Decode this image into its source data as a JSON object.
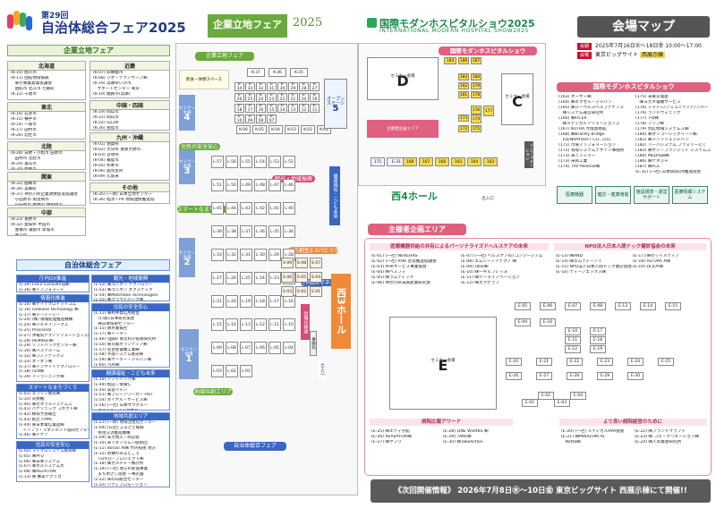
{
  "header": {
    "logo_top": "第29回",
    "logo_main": "自治体総合フェア2025",
    "kigyo_title": "企業立地フェア",
    "kigyo_year": "2025",
    "hospital_title": "国際モダンホスピタルショウ2025",
    "hospital_subtitle": "INTERNATIONAL MODERN HOSPITAL SHOW2025",
    "map_title": "会場マップ"
  },
  "info": {
    "date_tag": "会期",
    "date": "2025年7月16日㊌～18日㊎ 10:00～17:00",
    "venue_tag": "会場",
    "venue": "東京ビッグサイト",
    "venue_hall": "西展示棟"
  },
  "kigyo_section": {
    "title": "企業立地フェア",
    "columns": [
      {
        "region": "北海道",
        "items": [
          "(K-10) 旭川市",
          "(K-11) 函館地域振興",
          "　東行事業発電協議会",
          "　函館市 北斗市 七飯町",
          "(K-12) 千歳市"
        ]
      },
      {
        "region": "東北",
        "items": [
          "(K-16) 石巻市",
          "(K-15) 横手市",
          "(K-14) 一関市",
          "(K-17) 田村市",
          "(K-26) 北杜市",
          "(K-31) 山形県"
        ]
      },
      {
        "region": "北陸",
        "items": [
          "(K-28) 日野・小松市 田原市",
          "　田村市 北杜市",
          "(K-29) 富山市",
          "(K-30) 福井市"
        ]
      },
      {
        "region": "関東",
        "items": [
          "(K-33) 鹿嶋市",
          "(K-34) 美郷町",
          "(K-37) 神奈川県企業誘致促進協議会",
          "　小田原市 南足柄市",
          "　小田原市 秦野市 伊勢原市"
        ]
      },
      {
        "region": "中部",
        "items": [
          "(K-23) 長野市",
          "(K-32) 愛知県 半田市",
          "　豊橋市 蒲郡市 新城市",
          "　豊川市"
        ]
      },
      {
        "region": "近畿",
        "items": [
          "(K-07) 四條畷市",
          "(K-08) ジオ・テクノサーブ㈱",
          "(K-19) 兵庫県いけ市",
          "　サポートセンター 東京",
          "(K-19) 姫路市(兵庫)",
          "(K-28) 和歌山市"
        ]
      },
      {
        "region": "中国・四国",
        "items": [
          "(K-19) 岡山市",
          "(K-21) 岡山市",
          "(K-22) 山口県",
          "(K-26) 徳島市",
          "(K-27) 愛媛県"
        ]
      },
      {
        "region": "九州・沖縄",
        "items": [
          "(K-01) 佐賀県",
          "(K-02) 大分県 豊後大野市",
          "(K-03) 宮崎県",
          "(K-04) 霧島市",
          "(K-05) 熊本市",
          "(K-06) 鹿児島県",
          "(K-09) 久留米",
          "　鹿島市"
        ]
      },
      {
        "region": "その他",
        "items": [
          "(K-35) (一財) 日本立地センター",
          "(K-36) 経済・PR 地域連携推進協",
          "　㈱クリエイティブ・ラボ"
        ]
      }
    ]
  },
  "jichitai_section": {
    "title": "自治体総合フェア",
    "groups": [
      {
        "title": "庁内DX推進",
        "items": [
          "(L-34) CoCo Consulting㈱",
          "(L-36) ㈱インフォマート"
        ]
      },
      {
        "title": "情報化推進",
        "items": [
          "(L-14) ㈱ケイテクロドットコム",
          "(L-16) codeless technology ㈱",
          "(L-17) ㈱ジーシーシー",
          "(L-20) (株) 情報処理推進機構",
          "(L-24) ㈱ジチタイワークス",
          "(L-25) ProsnaViz",
          "(L-27) 沖電気テクノソリューションズ㈱",
          "(L-28) HENNGE㈱",
          "(L-29) ソフトバンクセンター㈱",
          "(L-30) ㈱パステルーム",
          "(L-32) ㈱フィンテックス",
          "(L-33) オーダン㈱",
          "(L-37) ㈱インサイトテクノロジー",
          "(L-38) rust㈱",
          "(L-39) イーラーニング㈱"
        ]
      },
      {
        "title": "スマートなまちづくり",
        "items": [
          "(L-01) エプソン販売㈱",
          "(L-35) 㐂燃機",
          "(L-40) ㈱ゼネラルシステムズ",
          "(L-41) パナソニック コネクト㈱",
          "(L-42) 株価予測報告",
          "(L-43) 帆辻下PMC",
          "(L-44) 東日本電信電話㈱",
          "　インフラ・マネジメント協同センター",
          "(L-46) ㈱イケア"
        ]
      },
      {
        "title": "住民の安全安心",
        "items": [
          "(L-02) マイクロシステム販売㈱",
          "(L-05) ㈱PFU",
          "(L-06) ㈱日本システム",
          "(L-07) ㈱ホルシステム大",
          "(L-08) ㈱RELATION",
          "(L-13) ㈱ 審美テクニカ"
        ]
      },
      {
        "title": "観光・地域振興",
        "items": [
          "(L-52) ㈱ユニオン テクノロジー",
          "(L-53) ㈱ユニオン ネクステック",
          "(L-54) ㈱Matchbox Technologies",
          "(L-55) ㈱クラウドパーク㈱"
        ]
      },
      {
        "title": "住民の安全安心",
        "items": [
          "(L-11) ㈱村井発信用組合",
          "　(1)第1日本研究協会",
          "　㈱日本技術センター",
          "(L-15) 防水警報社",
          "(L-17) ㈱トーター",
          "(L-46) (国研) 防災科学技術研究所",
          "(L-50) 東京都ボランティア㈱",
          "(L-57) 名古屋電機工業㈱",
          "(L-58) 宇部システム販売㈱",
          "(L-59) ㈱ヤーター・ジャパン㈱",
          "(L-60) TOA㈱"
        ]
      },
      {
        "title": "健康福祉・こども未来",
        "items": [
          "(L-10) ソフトバンク㈱",
          "(L-49) 松田・情報仁",
          "(L-50) 美容ジャン",
          "(L-51) ㈱ブレーンワーカー HOT",
          "(L-54) ダイヤル・サービス㈱",
          "(L-56) (一社) 日本ザウグルー",
          "　ウェルビーイング推進"
        ]
      },
      {
        "title": "地域共創エリア",
        "items": [
          "(L-21) (一財) 地域活性化センター",
          "(L-04) (公社) ふるさと振興",
          "　移住交流推進機構",
          "(L-09) 米芳物入・商店街",
          "(L-10) 米リダアルム一般財団",
          "(L-11) Borzoi AI㈱ 竹内技術 地方",
          "(L-12) 各種のあるところ",
          "　TEPCO・プロジェクト㈱",
          "(L-18) ㈱カルチャ・株計所",
          "(L-19) (一社) 地方の新開事業",
          "　まちめざし協会 一事店舗",
          "(L-22) 米の山総合センター",
          "(L-22) シティプロモーション",
          "　アワード実行委員会"
        ]
      },
      {
        "title": "",
        "items": [
          "(L-23) (公財)日本国際文化機関",
          "　系地方創生テクノロジー㈱",
          "　㈱フタギクイーフス"
        ]
      },
      {
        "title": "地方創生2.0パビリオン",
        "items": [
          "(S-01) 新しい地方経済",
          "　生活環境創生本部事務局",
          "(S-02) 内閣府 地方創生推進事務局",
          "(S-03) ㈱インビジブル テクノ㈱",
          "　イン1000 ㈱",
          "(S-04) 森林水資源"
        ]
      },
      {
        "title": "",
        "items": [
          "(S-05) ㈱インテック",
          "(S-06) ㈱ユーション",
          "(S-07) ㈱デジタル・フレッジ",
          "(S-08) セールスワン㈱",
          "(S-09) ㈱Qualitag"
        ]
      },
      {
        "title": "総務省情報コーナー(L-26)",
        "items": [
          "自治体DX",
          "地域情報化",
          "自治体窓口のDX(e-Stat)"
        ]
      }
    ]
  },
  "floor": {
    "kigyo_area": "企業立地フェア",
    "kigyo_booths": [
      "K-37",
      "K-36",
      "K-35",
      "K-34",
      "K-33",
      "K-32",
      "K-31",
      "K-30",
      "K-29",
      "K-28",
      "K-27",
      "K-26",
      "K-25",
      "K-24",
      "K-23",
      "K-22",
      "K-21",
      "K-20",
      "K-19",
      "K-18",
      "K-17",
      "K-16",
      "K-15",
      "K-14",
      "K-13",
      "K-12",
      "K-11",
      "K-10",
      "K-09",
      "K-08",
      "K-07",
      "K-06",
      "K-05",
      "K-04",
      "K-03",
      "K-02",
      "K-01"
    ],
    "rest_space": "飲食・休憩スペース",
    "open_stage": "オープンステージ",
    "open_stage_num": "5",
    "seminar4": "セミナー会場",
    "seminar4_num": "4",
    "seminar3": "セミナー会場",
    "seminar3_num": "3",
    "seminar2": "セミナー会場",
    "seminar2_num": "2",
    "seminar1": "セミナー会場",
    "seminar1_num": "1",
    "area_safety": "住民の安全安心",
    "area_smart": "スマートなまちづくり",
    "area_tourism": "観光・地域振興",
    "area_health": "健康福祉・こども未来",
    "area_local": "地方創生2.0パビリオン",
    "area_dx": "庁内DXマネジメント",
    "area_info": "情報化推進",
    "area_region": "地域共創エリア",
    "jichitai_area": "自治体総合フェア",
    "hall_w3": "西3ホール",
    "hall_w4": "西4ホール",
    "office": "事務局",
    "exit": "出入口",
    "l_booths": [
      "L-57",
      "L-56",
      "L-55",
      "L-54",
      "L-53",
      "L-52",
      "L-51",
      "L-50",
      "L-49",
      "L-48",
      "L-47",
      "L-46",
      "L-45",
      "L-44",
      "L-43",
      "L-42",
      "L-41",
      "L-40",
      "L-39",
      "L-38",
      "L-37",
      "L-36",
      "L-35",
      "L-34",
      "L-33",
      "L-32",
      "L-31",
      "L-30",
      "L-29",
      "L-28",
      "L-27",
      "L-26",
      "L-25",
      "L-24",
      "L-23",
      "L-22",
      "L-21",
      "L-20",
      "L-19",
      "L-18",
      "L-17",
      "L-16",
      "L-15",
      "L-14",
      "L-13",
      "L-12",
      "L-11",
      "L-10",
      "L-09",
      "L-08",
      "L-07",
      "L-06",
      "L-05",
      "L-04",
      "L-03",
      "L-02",
      "L-01"
    ],
    "s_booths": [
      "S-09",
      "S-08",
      "S-07",
      "S-06",
      "S-05",
      "S-04",
      "S-03",
      "S-02",
      "S-01"
    ]
  },
  "hospital_floor": {
    "title": "国際モダンホスピタルショウ",
    "seminar_d": "セミナー会場",
    "seminar_d_label": "D",
    "seminar_c": "セミナー会場",
    "seminar_c_label": "C",
    "organizer_area": "主催者企画エリア",
    "info_desk": "インフォメーション",
    "booths": [
      "184",
      "186",
      "187",
      "183",
      "180",
      "182",
      "179",
      "181",
      "178",
      "176",
      "174",
      "175",
      "177",
      "173",
      "172",
      "171",
      "E-31",
      "168",
      "167",
      "166",
      "165",
      "164",
      "163",
      "162",
      "161",
      "160",
      "159",
      "157",
      "156",
      "155",
      "154",
      "153",
      "152",
      "151",
      "150",
      "149",
      "148",
      "147",
      "146",
      "145",
      "144",
      "143",
      "142",
      "141",
      "140",
      "139",
      "138",
      "137",
      "136",
      "135",
      "134",
      "133",
      "132",
      "131",
      "130",
      "129",
      "128",
      "127",
      "126",
      "125",
      "124",
      "123",
      "122",
      "121",
      "120",
      "119",
      "118",
      "117",
      "116",
      "115",
      "114",
      "113",
      "112",
      "111",
      "110",
      "109",
      "108",
      "107",
      "106",
      "105",
      "104",
      "103",
      "102",
      "101"
    ]
  },
  "hospital_list": {
    "title": "国際モダンホスピタルショウ",
    "left": [
      "(163) オーサー㈱",
      "(164) ㈱エクセル・ジャパン",
      "(165) ㈱ジーベルスヘルプテナンス",
      "　㈱システム運営研究所",
      "(166) ㈱FICER",
      "　㈱メディカルソリューションズ",
      "(167) KOTRA 大阪貿易館",
      "(168) ㈱Brantly Bridge",
      "　(GENRAYSOFT CO., LTD.",
      "(171) 市場インフォメーション",
      "(172) 有限システムデザイン事務所",
      "(173) 米ニッシャー",
      "(173) 米商工業",
      "(174) TXP Medical㈱"
    ],
    "right": [
      "(175) 米東京電産",
      "　㈱ヨカネ電機サービス",
      "(176) シャトレ(アミュニティ)ワンパー",
      "(176) ランドウィニング",
      "(177) T-D㈱",
      "(178) アンプ㈱",
      "(179) 丸紅情報システムズ㈱",
      "(180) ㈱オンコーシックリーン㈱",
      "(181) ㈱マンソリュジャパン",
      "(182) リーバシステム ファミリーにく",
      "(183) ㈱ザン・ブランジット システムズ",
      "(184) MEDIS研㈱",
      "(186) ㈱テネジャ",
      "(187) ㈱FCE",
      "(E-31) (一社) 日本病院DX推進協会"
    ],
    "legend": [
      "医療機器",
      "健診・健康増進",
      "施設環境・運営サポート",
      "医療情報システム"
    ]
  },
  "organizer": {
    "title": "主催者企画エリア",
    "sub1": "医療機器供給の共有によるパーソナライズドヘルスケアの未来",
    "sub1_items": [
      "(E-01) (一社) NeXEHRS",
      "(E-02) (一社) PHR 普及推進協議会",
      "(E-03) PHRサービス事業協会",
      "(E-04) ㈱ベスフィ",
      "(E-05) ㈱ラムディック",
      "(E-06) 神奈川県未病産業研究会"
    ],
    "sub1_items2": [
      "(E-07) (一社) ヘルスケアIoTコンソーシアム",
      "(E-08) エムシーアイテクノ ㈱",
      "(E-09) Ubie㈱",
      "(E-10) ㈱ーギルフレッヌ",
      "(E-11) ㈱データイノベーション",
      "(E-12) ㈱エクグラフ"
    ],
    "sub2": "NPO法人日本人間ドック健診協会の未来",
    "sub2_items": [
      "(E-13) ㈱AND",
      "(E-14) ㈱エムディーアイ",
      "(E-15) NPO法人日本人間ドック健診協会",
      "(E-16) ディープエックス㈱"
    ],
    "sub2_items2": [
      "(E-17) ㈱ゼットメディア",
      "(E-18) ALTURA X㈱",
      "(E-19) Dr.JOY㈱"
    ],
    "seminar_e": "セミナー会場",
    "seminar_e_label": "E",
    "e_booths": [
      "E-05",
      "E-06",
      "E-07",
      "E-08",
      "E-13",
      "E-14",
      "E-15",
      "E-09",
      "E-16",
      "E-10",
      "E-17",
      "E-11",
      "E-18",
      "E-12",
      "E-19",
      "E-01",
      "E-02",
      "E-03",
      "E-04",
      "E-20",
      "E-21",
      "E-22",
      "E-23",
      "E-24",
      "E-25",
      "E-26",
      "E-27",
      "E-28",
      "E-29",
      "E-30"
    ],
    "sub3": "病院広報アワード",
    "sub3_items": [
      "(E-25) ㈱エディ学館",
      "(E-26) READYFOR㈱",
      "(E-27) ㈱ヤプリ"
    ],
    "sub3_items2": [
      "(E-28) LINE WORKS ㈱",
      "(E-29) TAKK㈱",
      "(E-30) ㈱TakeAction"
    ],
    "sub4": "より良い病院経営のために",
    "sub4_items": [
      "(E-20) (一社) メディカルRPA協会",
      "(E-21) ㈱MIKAZUKI AI",
      "　Notta㈱"
    ],
    "sub4_items2": [
      "(E-22) ㈱ブランドクラフト",
      "(E-23) ㈱ コタ・クリエーション㈱",
      "(E-24) ㈱人的資産研究所"
    ]
  },
  "footer": {
    "text": "《次回開催情報》 2026年7月8日㊌～10日㊎ 東京ビッグサイト 西展示棟にて開催!!"
  },
  "colors": {
    "green": "#6aaa3c",
    "blue": "#3a66c4",
    "pink": "#e06080",
    "yellow": "#f5d94a",
    "hall_seminar": "#7ea0d8"
  }
}
